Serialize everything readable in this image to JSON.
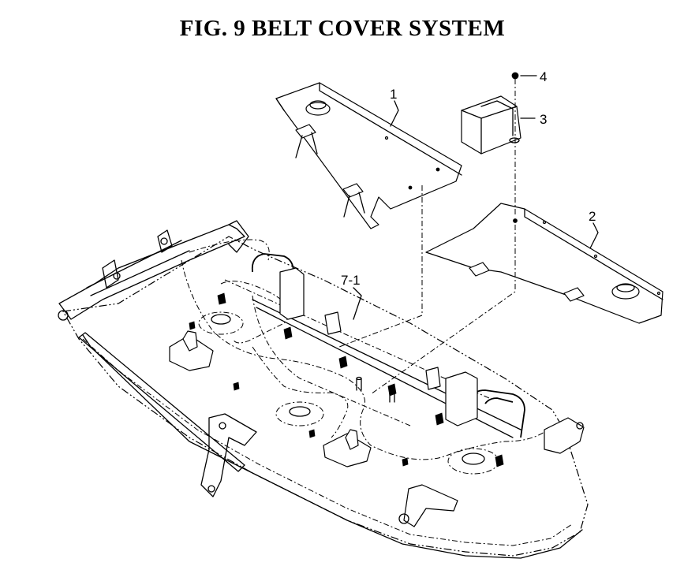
{
  "title": "FIG.  9  BELT COVER SYSTEM",
  "callouts": [
    {
      "id": "1",
      "label": "1"
    },
    {
      "id": "2",
      "label": "2"
    },
    {
      "id": "3",
      "label": "3"
    },
    {
      "id": "4",
      "label": "4"
    },
    {
      "id": "7-1",
      "label": "7-1"
    }
  ]
}
